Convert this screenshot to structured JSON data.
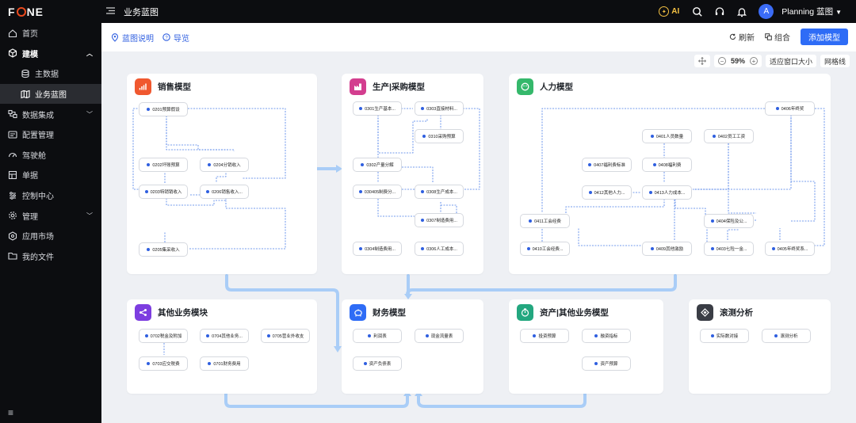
{
  "app": {
    "logo_left": "F",
    "logo_right": "NE",
    "page_title": "业务蓝图",
    "ai_label": "AI",
    "user_initial": "A",
    "user_name": "Planning 蓝图"
  },
  "sidebar": {
    "items": [
      {
        "label": "首页",
        "icon": "home-icon"
      },
      {
        "label": "建模",
        "icon": "cube-icon",
        "expanded": true
      },
      {
        "label": "主数据",
        "icon": "database-icon"
      },
      {
        "label": "业务蓝图",
        "icon": "map-icon",
        "active": true
      },
      {
        "label": "数据集成",
        "icon": "integration-icon"
      },
      {
        "label": "配置管理",
        "icon": "config-icon"
      },
      {
        "label": "驾驶舱",
        "icon": "dashboard-icon"
      },
      {
        "label": "单据",
        "icon": "document-icon"
      },
      {
        "label": "控制中心",
        "icon": "control-icon"
      },
      {
        "label": "管理",
        "icon": "gear-icon"
      },
      {
        "label": "应用市场",
        "icon": "market-icon"
      },
      {
        "label": "我的文件",
        "icon": "folder-icon"
      }
    ]
  },
  "toolbar": {
    "blueprint_help": "蓝图说明",
    "guide": "导览",
    "refresh": "刷新",
    "group": "组合",
    "add_model": "添加模型"
  },
  "zoom": {
    "level": "59%",
    "fit": "适应窗口大小",
    "grid": "网格线"
  },
  "cards": {
    "sales": {
      "title": "销售模型",
      "color": "#f0582f",
      "nodes": [
        "0201预算假设",
        "0202坏账预算",
        "0204分销收入",
        "0203特销销收入",
        "0206销售收入...",
        "0205集采收入"
      ]
    },
    "production": {
      "title": "生产|采购模型",
      "color": "#d33e8f",
      "nodes": [
        "0301生产基本...",
        "0303直接材料...",
        "0310采购预算",
        "0302产量分解",
        "030405制费分...",
        "0308生产成本...",
        "0307制造费用...",
        "0304制造费用...",
        "0306人工成本..."
      ]
    },
    "hr": {
      "title": "人力模型",
      "color": "#35b86b",
      "nodes": [
        "0406年终奖",
        "0401人员数量",
        "0402员工工资",
        "0407福利费标准",
        "0408福利费",
        "0412其他人力...",
        "0413人力成本...",
        "0411工会经费",
        "0404保险及公...",
        "0410工会经费...",
        "0409其他激励",
        "0403七险一金...",
        "0405年终奖系..."
      ]
    },
    "other": {
      "title": "其他业务模块",
      "color": "#7d3ee0",
      "nodes": [
        "0702税金及附加",
        "0704其他业务...",
        "0705营业外收支",
        "0703应交税费",
        "0701财务费用"
      ]
    },
    "finance": {
      "title": "财务模型",
      "color": "#2e6cf6",
      "nodes": [
        "利润表",
        "现金流量表",
        "资产负债表"
      ]
    },
    "assets": {
      "title": "资产|其他业务模型",
      "color": "#23a77f",
      "nodes": [
        "投资预算",
        "融资指标",
        "资产预算"
      ]
    },
    "rolling": {
      "title": "滚测分析",
      "color": "#3a3d45",
      "nodes": [
        "实际数对接",
        "滚测分析"
      ]
    }
  }
}
